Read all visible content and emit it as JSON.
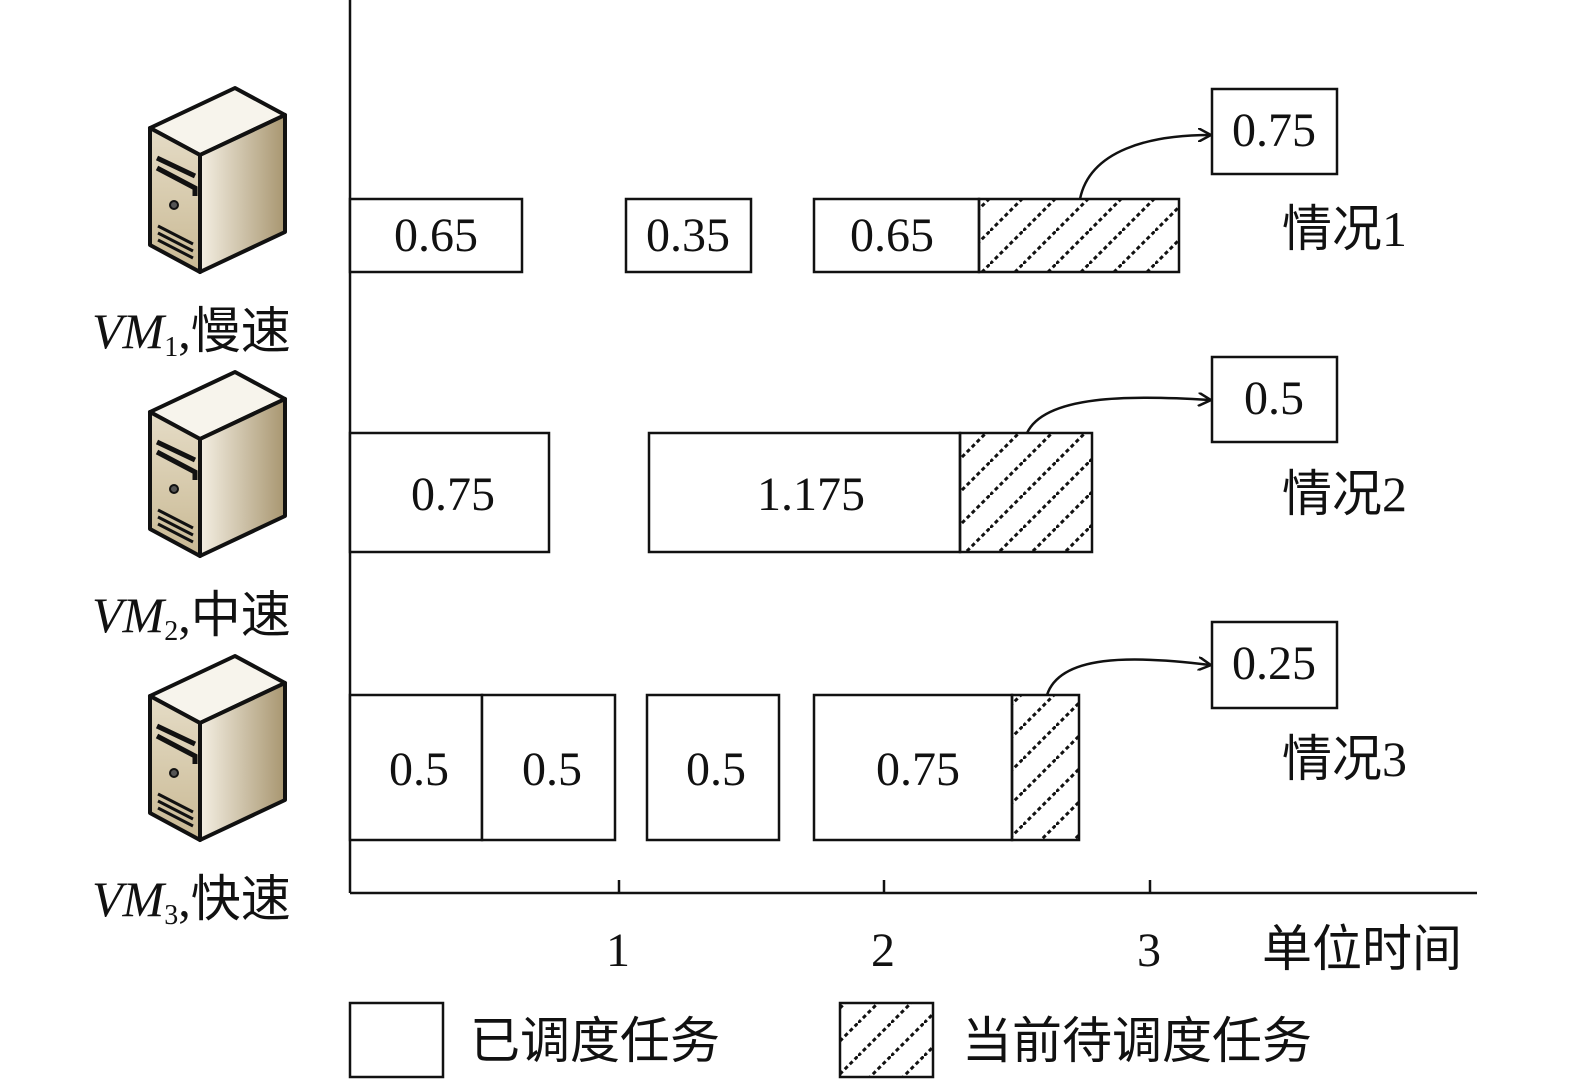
{
  "vms": [
    {
      "name": "VM",
      "sub": "1",
      "speed": ",慢速"
    },
    {
      "name": "VM",
      "sub": "2",
      "speed": ",中速"
    },
    {
      "name": "VM",
      "sub": "3",
      "speed": ",快速"
    }
  ],
  "rows": [
    {
      "case_label": "情况1",
      "pending_value": "0.75",
      "scheduled": [
        "0.65",
        "0.35",
        "0.65"
      ]
    },
    {
      "case_label": "情况2",
      "pending_value": "0.5",
      "scheduled": [
        "0.75",
        "1.175"
      ]
    },
    {
      "case_label": "情况3",
      "pending_value": "0.25",
      "scheduled": [
        "0.5",
        "0.5",
        "0.5",
        "0.75"
      ]
    }
  ],
  "axis": {
    "ticks": [
      "1",
      "2",
      "3"
    ],
    "label": "单位时间"
  },
  "legend": {
    "scheduled": "已调度任务",
    "pending": "当前待调度任务"
  }
}
